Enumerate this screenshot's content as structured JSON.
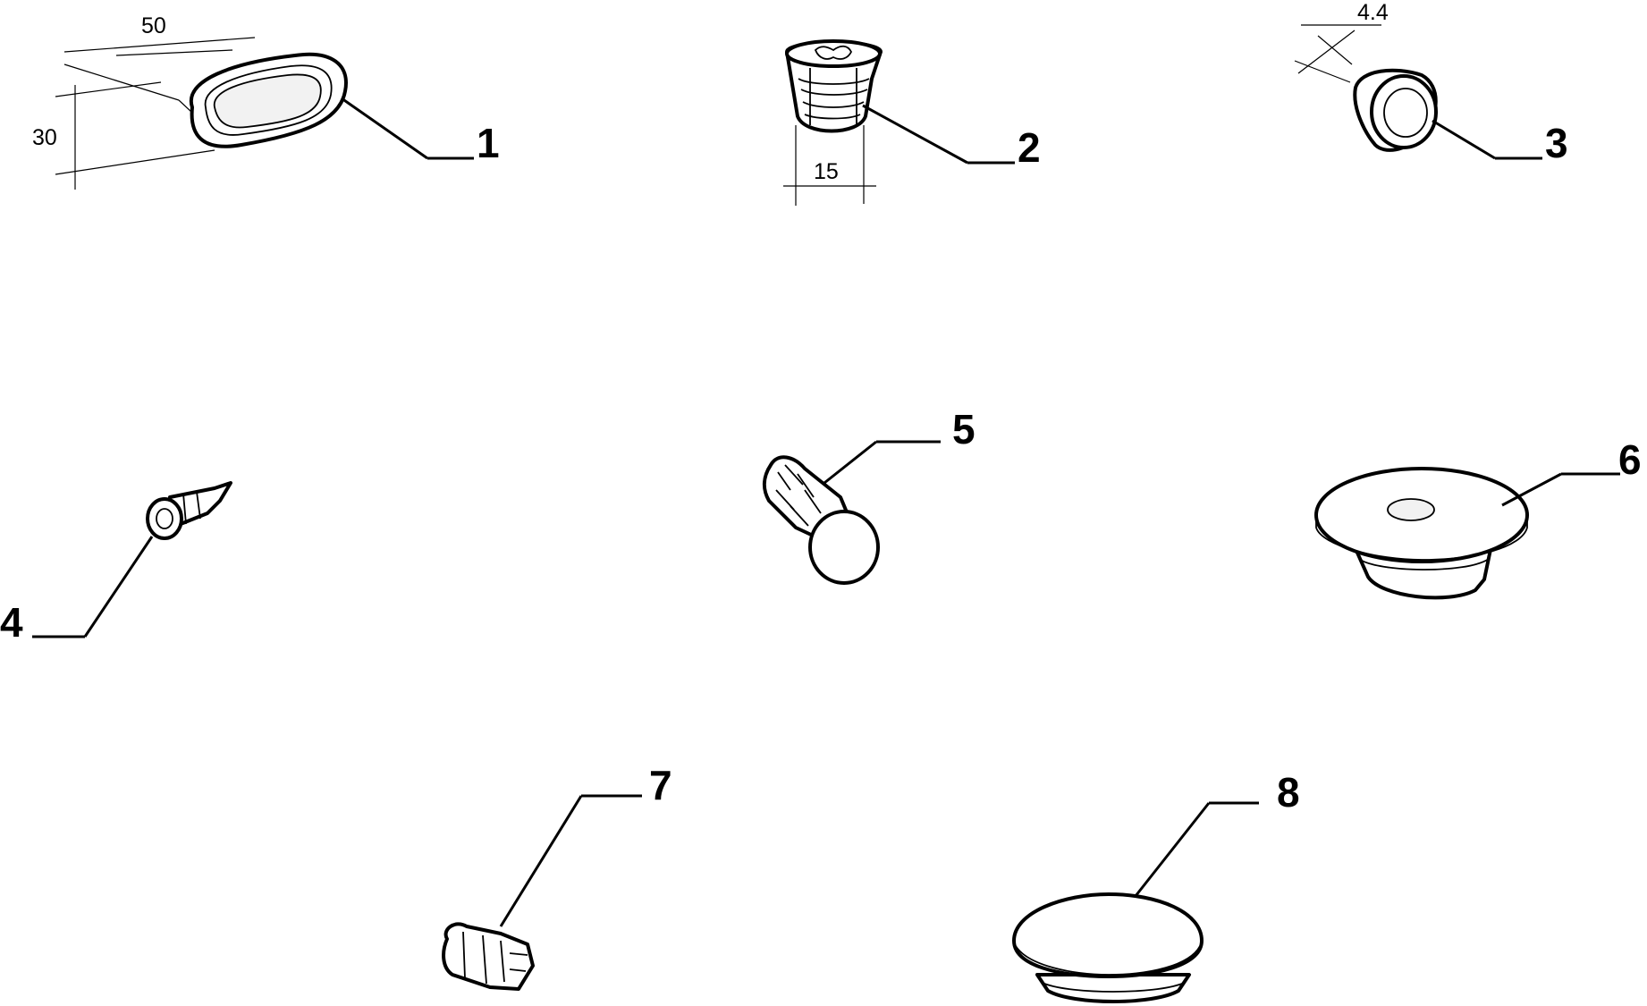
{
  "parts": [
    {
      "id": "part-1",
      "label": "1"
    },
    {
      "id": "part-2",
      "label": "2"
    },
    {
      "id": "part-3",
      "label": "3"
    },
    {
      "id": "part-4",
      "label": "4"
    },
    {
      "id": "part-5",
      "label": "5"
    },
    {
      "id": "part-6",
      "label": "6"
    },
    {
      "id": "part-7",
      "label": "7"
    },
    {
      "id": "part-8",
      "label": "8"
    }
  ],
  "dimensions": {
    "part1_length": "50",
    "part1_height": "30",
    "part2_width": "15",
    "part3_diameter": "4.4"
  }
}
